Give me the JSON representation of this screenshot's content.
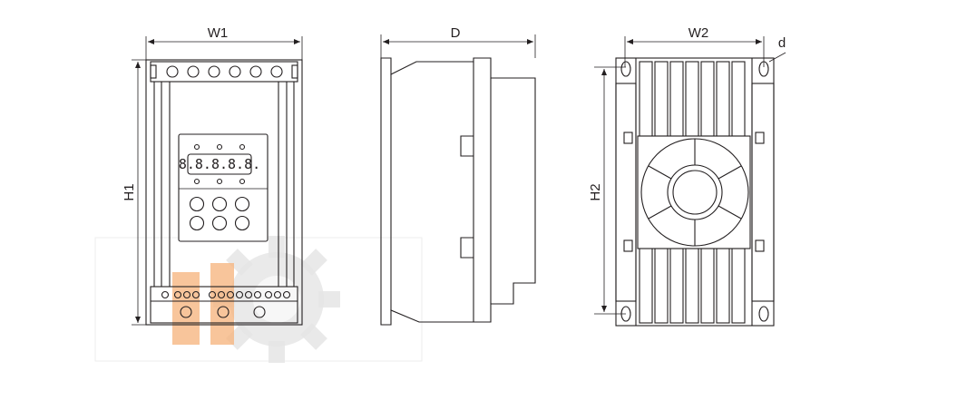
{
  "labels": {
    "w1": "W1",
    "d": "D",
    "w2": "W2",
    "small_d": "d",
    "h1": "H1",
    "h2": "H2"
  },
  "display": {
    "readout": "8.8.8.8.8."
  },
  "colors": {
    "line": "#231f20",
    "watermark_orange": "#f6b27a",
    "watermark_gray": "#e6e6e6"
  }
}
